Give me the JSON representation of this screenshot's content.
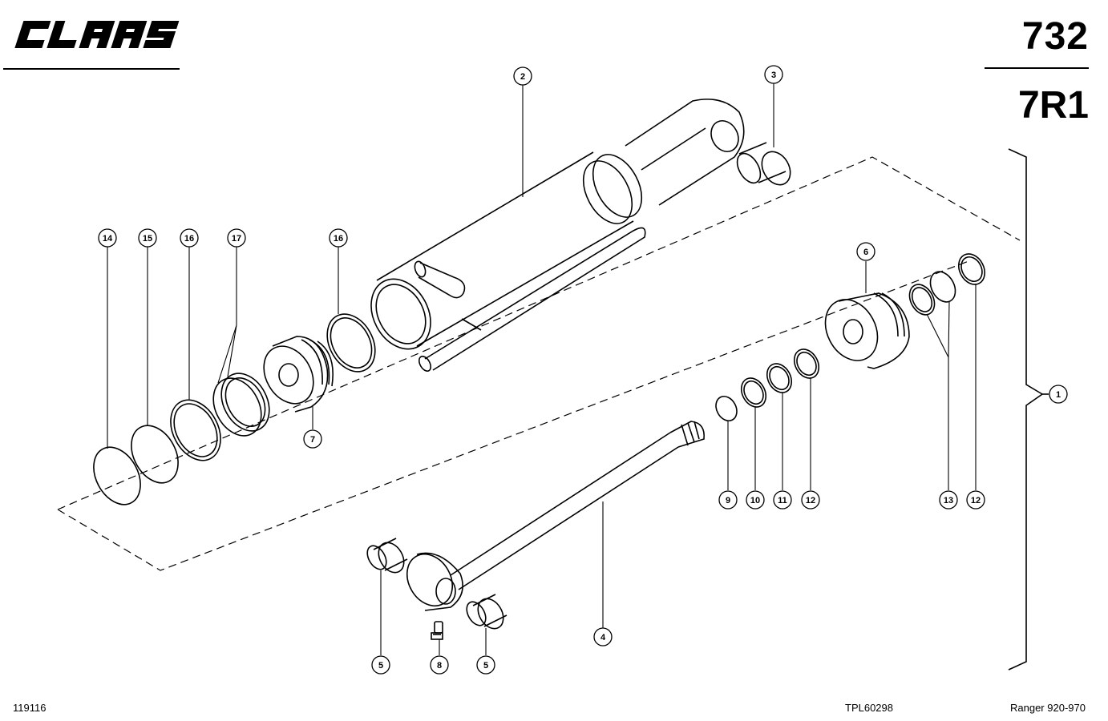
{
  "header": {
    "brand": "CLAAS",
    "page_number": "732",
    "group_code": "7R1"
  },
  "footer": {
    "drawing_id": "119116",
    "illustration_id": "TPL60298",
    "model": "Ranger 920-970"
  },
  "callouts": {
    "c1": "1",
    "c2": "2",
    "c3": "3",
    "c4": "4",
    "c5a": "5",
    "c5b": "5",
    "c6": "6",
    "c7": "7",
    "c8": "8",
    "c9": "9",
    "c10": "10",
    "c11": "11",
    "c12a": "12",
    "c12b": "12",
    "c13": "13",
    "c14": "14",
    "c15": "15",
    "c16a": "16",
    "c16b": "16",
    "c17": "17"
  }
}
